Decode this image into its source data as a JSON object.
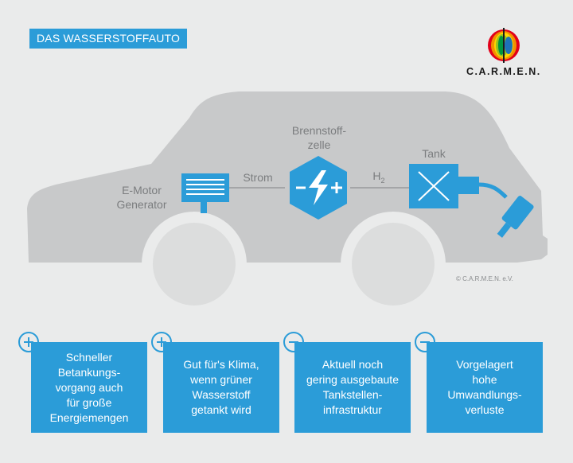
{
  "header": {
    "title": "DAS WASSERSTOFFAUTO"
  },
  "logo": {
    "text": "C.A.R.M.E.N."
  },
  "diagram": {
    "labels": {
      "motor_line1": "E-Motor",
      "motor_line2": "Generator",
      "strom": "Strom",
      "fuelcell_line1": "Brennstoff-",
      "fuelcell_line2": "zelle",
      "h2": "H",
      "h2_sub": "2",
      "tank": "Tank"
    },
    "copyright": "© C.A.R.M.E.N. e.V."
  },
  "cards": [
    {
      "sign": "plus",
      "lines": [
        "Schneller",
        "Betankungs-",
        "vorgang auch",
        "für große",
        "Energiemengen"
      ]
    },
    {
      "sign": "plus",
      "lines": [
        "Gut für's Klima,",
        "wenn grüner",
        "Wasserstoff",
        "getankt wird"
      ]
    },
    {
      "sign": "minus",
      "lines": [
        "Aktuell noch",
        "gering ausgebaute",
        "Tankstellen-",
        "infrastruktur"
      ]
    },
    {
      "sign": "minus",
      "lines": [
        "Vorgelagert",
        "hohe",
        "Umwandlungs-",
        "verluste"
      ]
    }
  ],
  "colors": {
    "accent": "#2b9cd8",
    "car": "#c8c9ca",
    "wheel": "#dcdddd",
    "background": "#eaebeb"
  }
}
